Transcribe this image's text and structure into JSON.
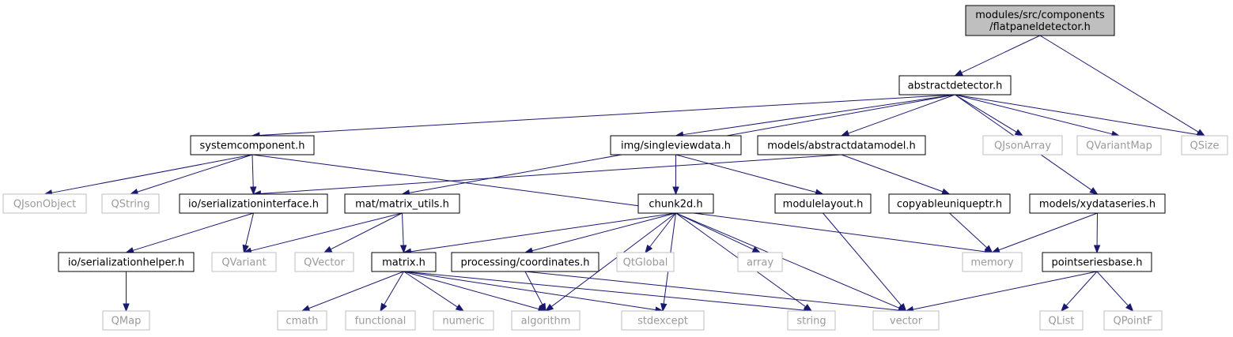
{
  "nodes": [
    {
      "id": "flatpaneldetector",
      "name": "node-flatpaneldetector",
      "kind": "main",
      "lines": [
        "modules/src/components",
        "/flatpaneldetector.h"
      ]
    },
    {
      "id": "abstractdetector",
      "name": "node-abstractdetector",
      "kind": "local",
      "lines": [
        "abstractdetector.h"
      ]
    },
    {
      "id": "systemcomponent",
      "name": "node-systemcomponent",
      "kind": "local",
      "lines": [
        "systemcomponent.h"
      ]
    },
    {
      "id": "singleviewdata",
      "name": "node-singleviewdata",
      "kind": "local",
      "lines": [
        "img/singleviewdata.h"
      ]
    },
    {
      "id": "abstractdatamodel",
      "name": "node-abstractdatamodel",
      "kind": "local",
      "lines": [
        "models/abstractdatamodel.h"
      ]
    },
    {
      "id": "QJsonArray",
      "name": "node-qjsonarray",
      "kind": "system",
      "lines": [
        "QJsonArray"
      ]
    },
    {
      "id": "QVariantMap",
      "name": "node-qvariantmap",
      "kind": "system",
      "lines": [
        "QVariantMap"
      ]
    },
    {
      "id": "QSize",
      "name": "node-qsize",
      "kind": "system",
      "lines": [
        "QSize"
      ]
    },
    {
      "id": "QJsonObject",
      "name": "node-qjsonobject",
      "kind": "system",
      "lines": [
        "QJsonObject"
      ]
    },
    {
      "id": "QString",
      "name": "node-qstring",
      "kind": "system",
      "lines": [
        "QString"
      ]
    },
    {
      "id": "serializationinterface",
      "name": "node-serializationinterface",
      "kind": "local",
      "lines": [
        "io/serializationinterface.h"
      ]
    },
    {
      "id": "matrix_utils",
      "name": "node-matrix-utils",
      "kind": "local",
      "lines": [
        "mat/matrix_utils.h"
      ]
    },
    {
      "id": "chunk2d",
      "name": "node-chunk2d",
      "kind": "local",
      "lines": [
        "chunk2d.h"
      ]
    },
    {
      "id": "modulelayout",
      "name": "node-modulelayout",
      "kind": "local",
      "lines": [
        "modulelayout.h"
      ]
    },
    {
      "id": "copyableuniqueptr",
      "name": "node-copyableuniqueptr",
      "kind": "local",
      "lines": [
        "copyableuniqueptr.h"
      ]
    },
    {
      "id": "xydataseries",
      "name": "node-xydataseries",
      "kind": "local",
      "lines": [
        "models/xydataseries.h"
      ]
    },
    {
      "id": "serializationhelper",
      "name": "node-serializationhelper",
      "kind": "local",
      "lines": [
        "io/serializationhelper.h"
      ]
    },
    {
      "id": "QVariant",
      "name": "node-qvariant",
      "kind": "system",
      "lines": [
        "QVariant"
      ]
    },
    {
      "id": "QVector",
      "name": "node-qvector",
      "kind": "system",
      "lines": [
        "QVector"
      ]
    },
    {
      "id": "matrix",
      "name": "node-matrix",
      "kind": "local",
      "lines": [
        "matrix.h"
      ]
    },
    {
      "id": "coordinates",
      "name": "node-coordinates",
      "kind": "local",
      "lines": [
        "processing/coordinates.h"
      ]
    },
    {
      "id": "QtGlobal",
      "name": "node-qtglobal",
      "kind": "system",
      "lines": [
        "QtGlobal"
      ]
    },
    {
      "id": "array",
      "name": "node-array",
      "kind": "system",
      "lines": [
        "array"
      ]
    },
    {
      "id": "memory",
      "name": "node-memory",
      "kind": "system",
      "lines": [
        "memory"
      ]
    },
    {
      "id": "pointseriesbase",
      "name": "node-pointseriesbase",
      "kind": "local",
      "lines": [
        "pointseriesbase.h"
      ]
    },
    {
      "id": "QMap",
      "name": "node-qmap",
      "kind": "system",
      "lines": [
        "QMap"
      ]
    },
    {
      "id": "cmath",
      "name": "node-cmath",
      "kind": "system",
      "lines": [
        "cmath"
      ]
    },
    {
      "id": "functional",
      "name": "node-functional",
      "kind": "system",
      "lines": [
        "functional"
      ]
    },
    {
      "id": "numeric",
      "name": "node-numeric",
      "kind": "system",
      "lines": [
        "numeric"
      ]
    },
    {
      "id": "algorithm",
      "name": "node-algorithm",
      "kind": "system",
      "lines": [
        "algorithm"
      ]
    },
    {
      "id": "stdexcept",
      "name": "node-stdexcept",
      "kind": "system",
      "lines": [
        "stdexcept"
      ]
    },
    {
      "id": "string",
      "name": "node-string",
      "kind": "system",
      "lines": [
        "string"
      ]
    },
    {
      "id": "vector",
      "name": "node-vector",
      "kind": "system",
      "lines": [
        "vector"
      ]
    },
    {
      "id": "QList",
      "name": "node-qlist",
      "kind": "system",
      "lines": [
        "QList"
      ]
    },
    {
      "id": "QPointF",
      "name": "node-qpointf",
      "kind": "system",
      "lines": [
        "QPointF"
      ]
    }
  ],
  "edges": [
    [
      "flatpaneldetector",
      "abstractdetector"
    ],
    [
      "flatpaneldetector",
      "QSize"
    ],
    [
      "abstractdetector",
      "systemcomponent"
    ],
    [
      "abstractdetector",
      "singleviewdata"
    ],
    [
      "abstractdetector",
      "abstractdatamodel"
    ],
    [
      "abstractdetector",
      "matrix_utils"
    ],
    [
      "abstractdetector",
      "QJsonArray"
    ],
    [
      "abstractdetector",
      "QVariantMap"
    ],
    [
      "abstractdetector",
      "QSize"
    ],
    [
      "abstractdetector",
      "xydataseries"
    ],
    [
      "systemcomponent",
      "QJsonObject"
    ],
    [
      "systemcomponent",
      "QString"
    ],
    [
      "systemcomponent",
      "serializationinterface"
    ],
    [
      "systemcomponent",
      "memory"
    ],
    [
      "singleviewdata",
      "chunk2d"
    ],
    [
      "singleviewdata",
      "modulelayout"
    ],
    [
      "abstractdatamodel",
      "serializationinterface"
    ],
    [
      "abstractdatamodel",
      "copyableuniqueptr"
    ],
    [
      "serializationinterface",
      "serializationhelper"
    ],
    [
      "serializationinterface",
      "QVariant"
    ],
    [
      "matrix_utils",
      "QVariant"
    ],
    [
      "matrix_utils",
      "QVector"
    ],
    [
      "matrix_utils",
      "matrix"
    ],
    [
      "chunk2d",
      "matrix"
    ],
    [
      "chunk2d",
      "coordinates"
    ],
    [
      "chunk2d",
      "QtGlobal"
    ],
    [
      "chunk2d",
      "array"
    ],
    [
      "chunk2d",
      "algorithm"
    ],
    [
      "chunk2d",
      "stdexcept"
    ],
    [
      "chunk2d",
      "string"
    ],
    [
      "chunk2d",
      "vector"
    ],
    [
      "modulelayout",
      "vector"
    ],
    [
      "copyableuniqueptr",
      "memory"
    ],
    [
      "xydataseries",
      "memory"
    ],
    [
      "xydataseries",
      "pointseriesbase"
    ],
    [
      "serializationhelper",
      "QMap"
    ],
    [
      "matrix",
      "cmath"
    ],
    [
      "matrix",
      "functional"
    ],
    [
      "matrix",
      "numeric"
    ],
    [
      "matrix",
      "algorithm"
    ],
    [
      "matrix",
      "stdexcept"
    ],
    [
      "matrix",
      "string"
    ],
    [
      "coordinates",
      "algorithm"
    ],
    [
      "coordinates",
      "vector"
    ],
    [
      "pointseriesbase",
      "vector"
    ],
    [
      "pointseriesbase",
      "QList"
    ],
    [
      "pointseriesbase",
      "QPointF"
    ]
  ]
}
